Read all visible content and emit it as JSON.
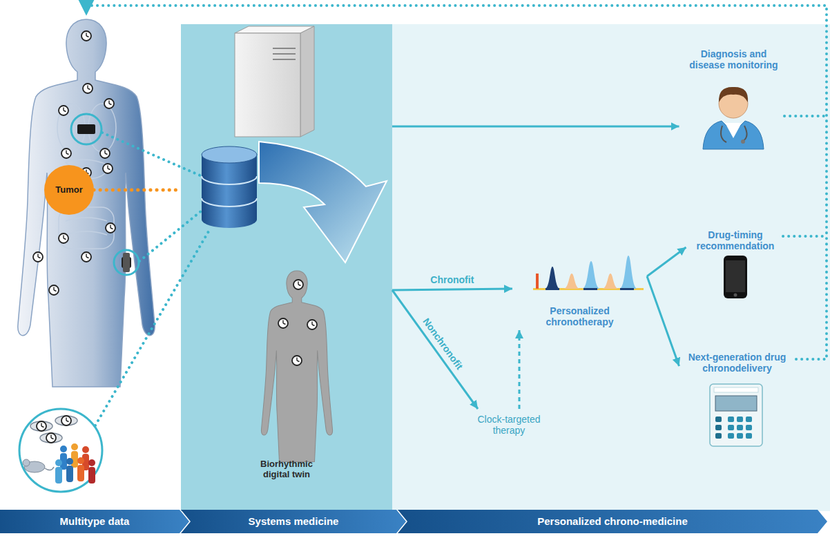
{
  "diagram": {
    "nodes": [
      {
        "text": [
          "Tumor"
        ]
      },
      {
        "text": [
          "Biorhythmic digital twin"
        ]
      },
      {
        "text": [
          "Diagnosis and disease monitoring"
        ]
      },
      {
        "text": [
          "Personalized chronotherapy"
        ]
      },
      {
        "text": [
          "Clock-targeted therapy"
        ]
      },
      {
        "text": [
          "Drug-timing recommendation"
        ]
      },
      {
        "text": [
          "Next-generation drug chronodelivery"
        ]
      },
      {
        "text": [
          "Multitype data"
        ]
      },
      {
        "text": [
          "Systems medicine"
        ]
      },
      {
        "text": [
          "Personalized chrono-medicine"
        ]
      }
    ],
    "edges": [
      {
        "from": 1,
        "to": 2,
        "arrow": "to"
      },
      {
        "from": 1,
        "to": 3,
        "label": "Chronofit",
        "arrow": "to"
      },
      {
        "from": 1,
        "to": 4,
        "label": "Nonchronofit",
        "arrow": "to"
      },
      {
        "from": 4,
        "to": 3,
        "arrow": "to"
      },
      {
        "from": 3,
        "to": 5,
        "arrow": "to"
      },
      {
        "from": 3,
        "to": 6,
        "arrow": "to"
      },
      {
        "from": 0,
        "to": 1,
        "arrow": "none"
      }
    ]
  }
}
